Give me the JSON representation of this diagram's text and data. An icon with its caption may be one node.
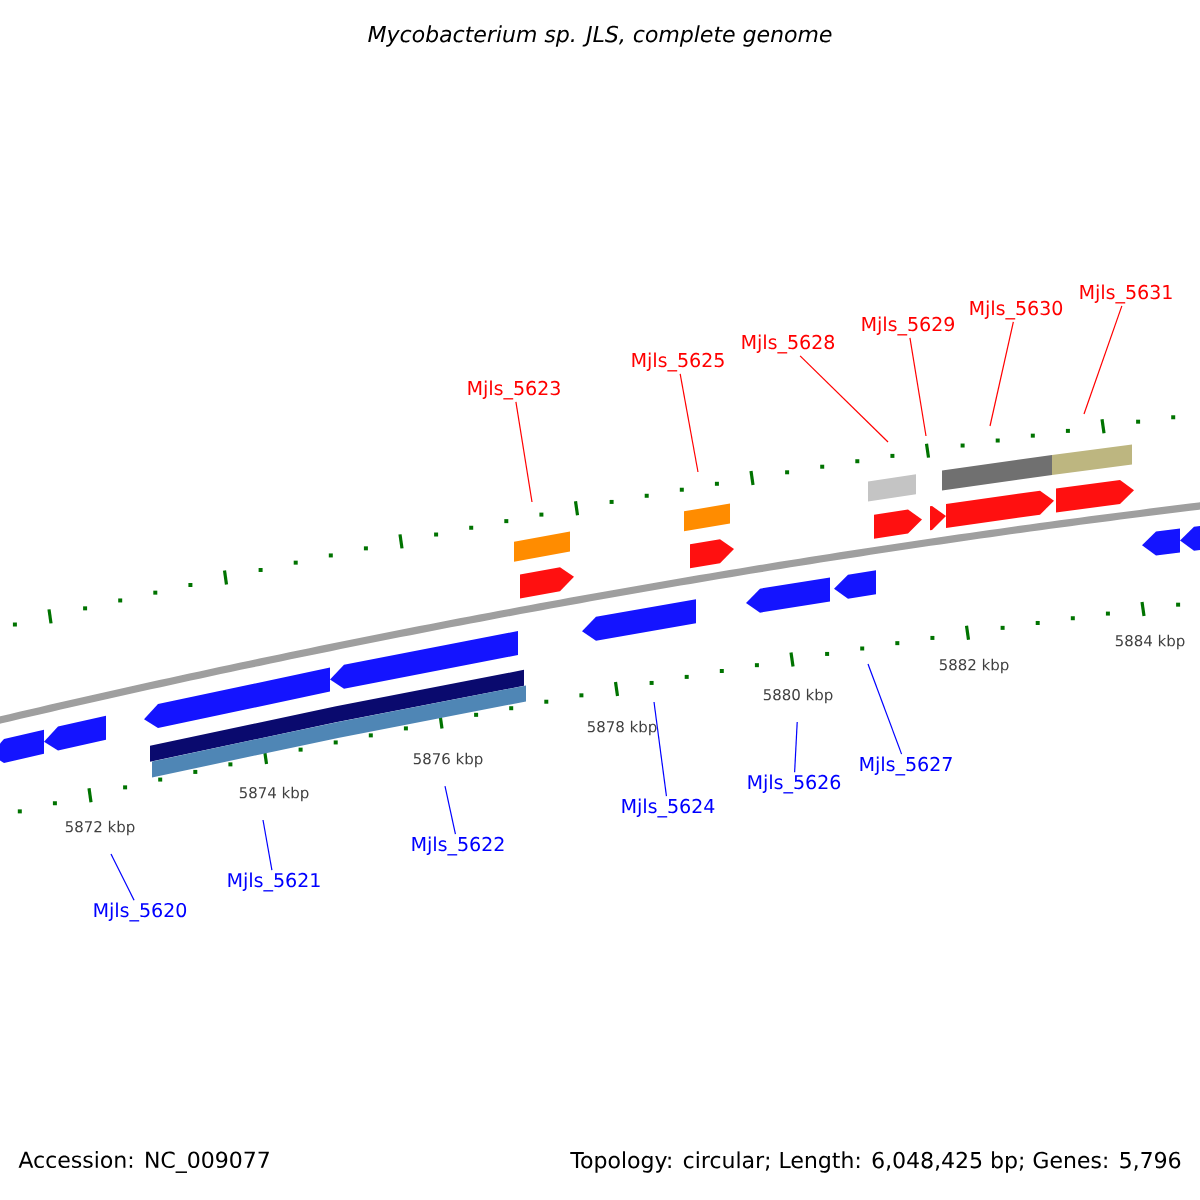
{
  "diagram": {
    "title": "Mycobacterium sp. JLS, complete genome",
    "nodes": [
      {
        "text": [
          "Mjls_5620"
        ]
      },
      {
        "text": [
          "Mjls_5621"
        ]
      },
      {
        "text": [
          "Mjls_5622"
        ]
      },
      {
        "text": [
          "Mjls_5623"
        ]
      },
      {
        "text": [
          "Mjls_5624"
        ]
      },
      {
        "text": [
          "Mjls_5625"
        ]
      },
      {
        "text": [
          "Mjls_5626"
        ]
      },
      {
        "text": [
          "Mjls_5627"
        ]
      },
      {
        "text": [
          "Mjls_5628"
        ]
      },
      {
        "text": [
          "Mjls_5629"
        ]
      },
      {
        "text": [
          "Mjls_5630"
        ]
      },
      {
        "text": [
          "Mjls_5631"
        ]
      }
    ],
    "edges": [
      {
        "from": 0,
        "to": null,
        "arrow": "none",
        "color": "#0000ff"
      },
      {
        "from": 1,
        "to": null,
        "arrow": "none",
        "color": "#0000ff"
      },
      {
        "from": 2,
        "to": null,
        "arrow": "none",
        "color": "#0000ff"
      },
      {
        "from": 3,
        "to": null,
        "arrow": "none",
        "color": "#ff0000"
      },
      {
        "from": 4,
        "to": null,
        "arrow": "none",
        "color": "#0000ff"
      },
      {
        "from": 5,
        "to": null,
        "arrow": "none",
        "color": "#ff0000"
      },
      {
        "from": 6,
        "to": null,
        "arrow": "none",
        "color": "#0000ff"
      },
      {
        "from": 7,
        "to": null,
        "arrow": "none",
        "color": "#0000ff"
      },
      {
        "from": 8,
        "to": null,
        "arrow": "none",
        "color": "#ff0000"
      },
      {
        "from": 9,
        "to": null,
        "arrow": "none",
        "color": "#ff0000"
      },
      {
        "from": 10,
        "to": null,
        "arrow": "none",
        "color": "#ff0000"
      },
      {
        "from": 11,
        "to": null,
        "arrow": "none",
        "color": "#ff0000"
      }
    ],
    "labels": [
      "5872 kbp",
      "5874 kbp",
      "5876 kbp",
      "5878 kbp",
      "5880 kbp",
      "5882 kbp",
      "5884 kbp",
      "Accession: NC_009077",
      "Topology: circular; Length: 6,048,425 bp; Genes: 5,796"
    ]
  }
}
